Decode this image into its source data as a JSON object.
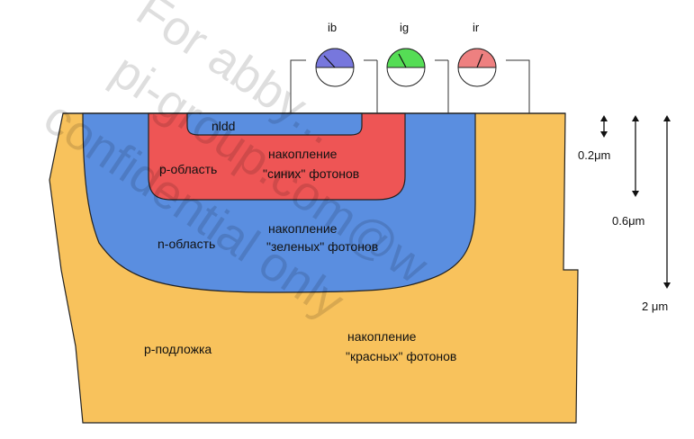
{
  "labels": {
    "nldd": "nldd",
    "p_region": "p-область",
    "blue_acc_1": "накопление",
    "blue_acc_2": "\"синих\" фотонов",
    "n_region": "n-область",
    "green_acc_1": "накопление",
    "green_acc_2": "\"зеленых\" фотонов",
    "p_substrate": "p-подложка",
    "red_acc_1": "накопление",
    "red_acc_2": "\"красных\" фотонов"
  },
  "meters": [
    {
      "label": "ib",
      "color": "#7777dd"
    },
    {
      "label": "ig",
      "color": "#55dd55"
    },
    {
      "label": "ir",
      "color": "#ee8080"
    }
  ],
  "depths": {
    "d1": "0.2μm",
    "d2": "0.6μm",
    "d3": "2 μm"
  },
  "colors": {
    "substrate": "#f8c25c",
    "n_region": "#5a8ee0",
    "p_region": "#ee5555",
    "nldd": "#5a8ee0"
  },
  "watermark": {
    "line1": "For abby...",
    "line2": "pi-group.com@w",
    "line3": "confidential only"
  }
}
